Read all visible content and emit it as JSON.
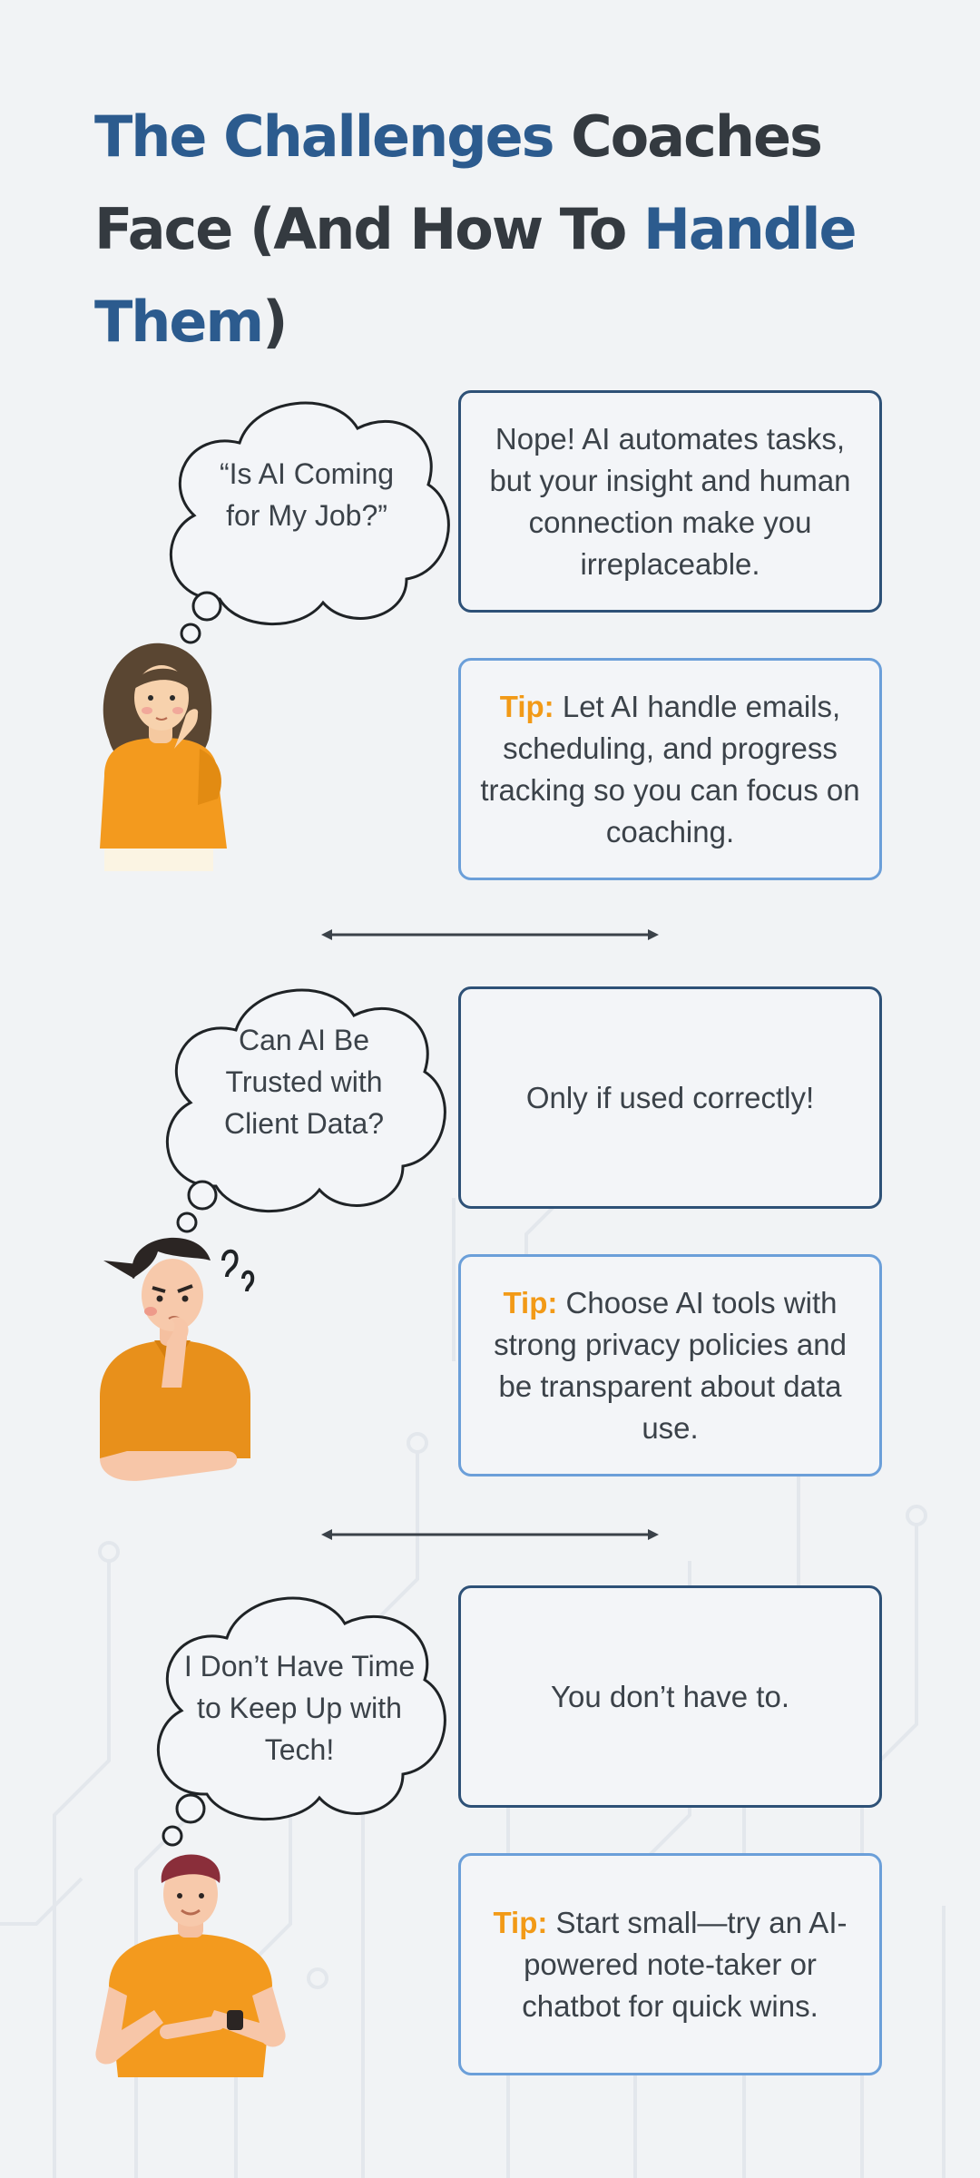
{
  "title": {
    "part1": "The Challenges",
    "part2": " Coaches Face (And How To ",
    "part3": "Handle Them",
    "part4": ")"
  },
  "sections": [
    {
      "thought": "“Is AI Coming for My Job?”",
      "answer": "Nope! AI automates tasks, but your insight and human connection make you irreplaceable.",
      "tip_label": "Tip:",
      "tip_text": " Let AI handle emails, scheduling, and progress tracking so you can focus on coaching."
    },
    {
      "thought": "Can AI Be Trusted with Client Data?",
      "answer": "Only if used correctly!",
      "tip_label": "Tip:",
      "tip_text": " Choose AI tools with strong privacy policies and be transparent about data use."
    },
    {
      "thought": "I Don’t Have Time to Keep Up with Tech!",
      "answer": "You don’t have to.",
      "tip_label": "Tip:",
      "tip_text": " Start small—try an AI-powered note-taker or chatbot for quick wins."
    }
  ],
  "colors": {
    "heading_accent": "#2c5b8e",
    "heading_dark": "#343a40",
    "tip_label": "#f29a17",
    "answer_border": "#2e5177",
    "tip_border": "#6b9fd9",
    "character_shirt": "#f39a1e"
  }
}
